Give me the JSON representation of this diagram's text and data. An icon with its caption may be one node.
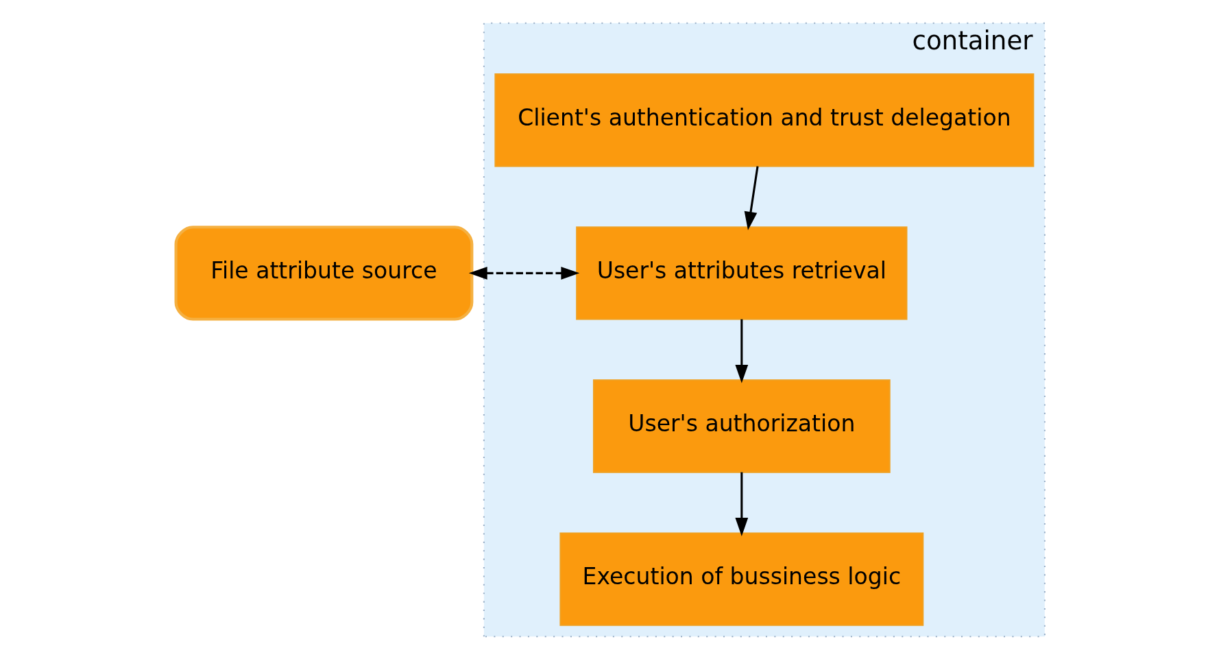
{
  "diagram": {
    "nodes": [
      {
        "text": [
          "File attribute source"
        ]
      },
      {
        "text": [
          "container"
        ]
      },
      {
        "text": [
          "Client's authentication and trust delegation"
        ],
        "in": 1
      },
      {
        "text": [
          "User's attributes retrieval"
        ],
        "in": 1
      },
      {
        "text": [
          "User's authorization"
        ],
        "in": 1
      },
      {
        "text": [
          "Execution of bussiness logic"
        ],
        "in": 1
      }
    ],
    "edges": [
      {
        "from": 2,
        "to": 3,
        "arrow": "to"
      },
      {
        "from": 3,
        "to": 4,
        "arrow": "to"
      },
      {
        "from": 4,
        "to": 5,
        "arrow": "to"
      },
      {
        "from": 0,
        "to": 3,
        "arrow": "both",
        "style": "dashed"
      }
    ]
  }
}
